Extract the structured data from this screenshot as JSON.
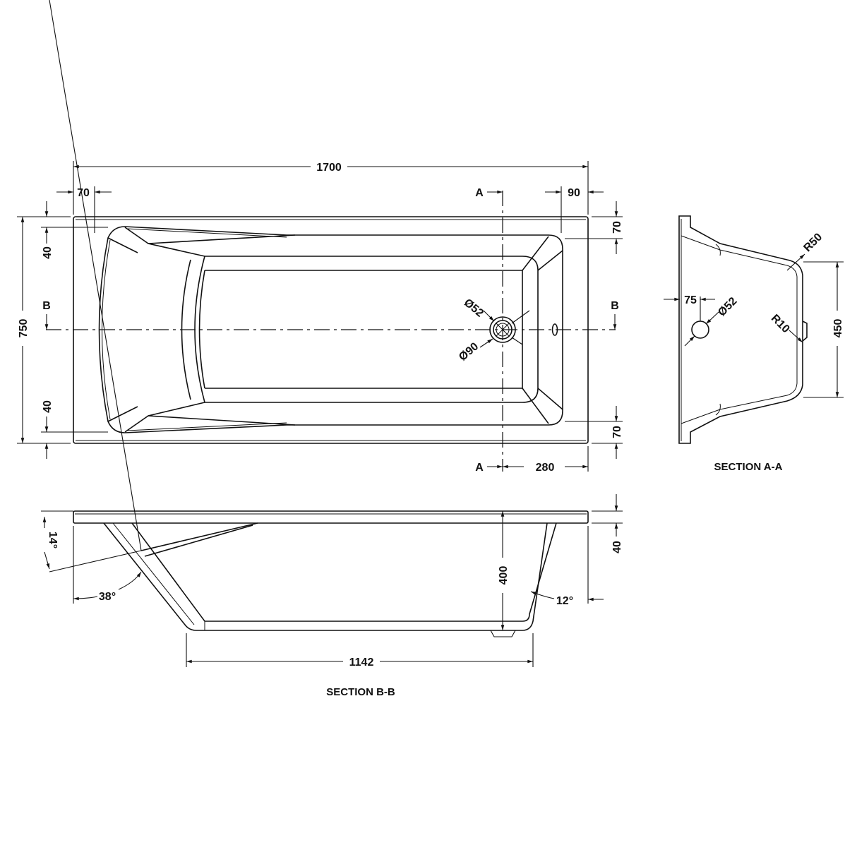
{
  "dimensions": {
    "overall_length": "1700",
    "head_rim": "70",
    "foot_rim": "90",
    "overall_width": "750",
    "side_rim_top": "70",
    "side_rim_bottom": "70",
    "head_offset_top": "40",
    "head_offset_bottom": "40",
    "waste_from_end": "280",
    "waste_inner_dia": "Ø52",
    "waste_outer_dia": "Ø90",
    "section_a_waste_offset": "75",
    "section_a_waste_dia": "Ø52",
    "section_a_radius_top": "R50",
    "section_a_radius_small": "R10",
    "section_a_depth": "450",
    "depth": "400",
    "rim_thickness": "40",
    "floor_length": "1142",
    "angle_head": "38°",
    "angle_backrest": "14°",
    "angle_foot": "12°"
  },
  "section_markers": {
    "a": "A",
    "b": "B"
  },
  "captions": {
    "section_a": "SECTION A-A",
    "section_b": "SECTION B-B"
  }
}
